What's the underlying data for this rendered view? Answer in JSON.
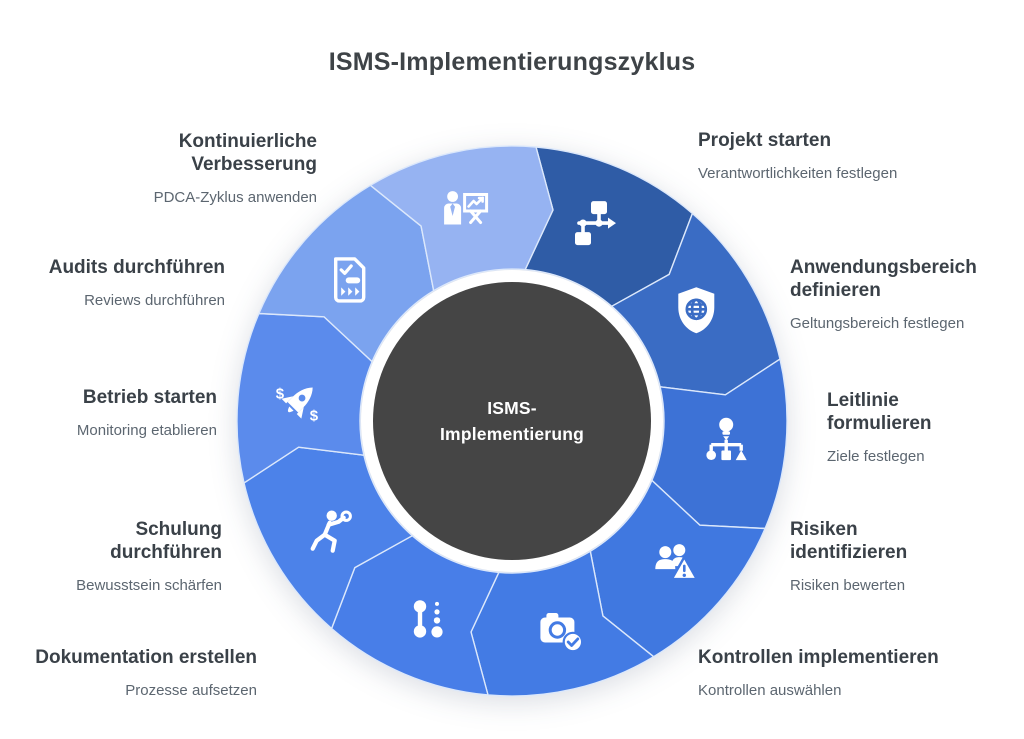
{
  "title": "ISMS-Implementierungszyklus",
  "center": {
    "line1": "ISMS-",
    "line2": "Implementierung"
  },
  "colors": {
    "background": "#ffffff",
    "center_bg": "#454545",
    "center_ring": "#ffffff",
    "center_text": "#ffffff",
    "title_text": "#3e4347",
    "heading_text": "#3a4148",
    "subtitle_text": "#5c6670",
    "segment_border": "#dce8fb"
  },
  "steps": [
    {
      "title": "Projekt starten",
      "subtitle": "Verantwortlichkeiten festlegen",
      "icon": "flowchart-icon",
      "color": "#2f5ca6"
    },
    {
      "title": "Anwendungsbereich definieren",
      "subtitle": "Geltungsbereich festlegen",
      "icon": "shield-globe-icon",
      "color": "#3a6cc4"
    },
    {
      "title": "Leitlinie formulieren",
      "subtitle": "Ziele festlegen",
      "icon": "idea-hierarchy-icon",
      "color": "#3d72d6"
    },
    {
      "title": "Risiken identifizieren",
      "subtitle": "Risiken bewerten",
      "icon": "users-warning-icon",
      "color": "#4078e0"
    },
    {
      "title": "Kontrollen implementieren",
      "subtitle": "Kontrollen auswählen",
      "icon": "camera-check-icon",
      "color": "#437be4"
    },
    {
      "title": "Dokumentation erstellen",
      "subtitle": "Prozesse aufsetzen",
      "icon": "timeline-icon",
      "color": "#487ee8"
    },
    {
      "title": "Schulung durchführen",
      "subtitle": "Bewusstsein schärfen",
      "icon": "runner-icon",
      "color": "#4c82e9"
    },
    {
      "title": "Betrieb starten",
      "subtitle": "Monitoring etablieren",
      "icon": "rocket-dollar-icon",
      "color": "#5b8bec"
    },
    {
      "title": "Audits durchführen",
      "subtitle": "Reviews durchführen",
      "icon": "checklist-icon",
      "color": "#7ba3ef"
    },
    {
      "title": "Kontinuierliche Verbesserung",
      "subtitle": "PDCA-Zyklus anwenden",
      "icon": "presenter-chart-icon",
      "color": "#96b3f2"
    }
  ]
}
